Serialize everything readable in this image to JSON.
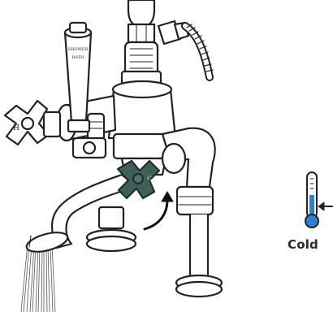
{
  "temperature": {
    "label": "Cold",
    "indicator_color": "#2f7fd1"
  },
  "handles": {
    "left_handle": {
      "letter": "H"
    },
    "right_handle": {
      "letter": "C",
      "highlight_color": "#3f5f58"
    }
  },
  "shower_handset": {
    "engraved_lines": [
      "SHOWER",
      "BATH"
    ]
  },
  "annotations": {
    "rotation_arrow": "counter-clockwise"
  },
  "icons": [
    "thermometer-icon",
    "pointer-arrow-icon",
    "rotation-arrow-icon"
  ]
}
